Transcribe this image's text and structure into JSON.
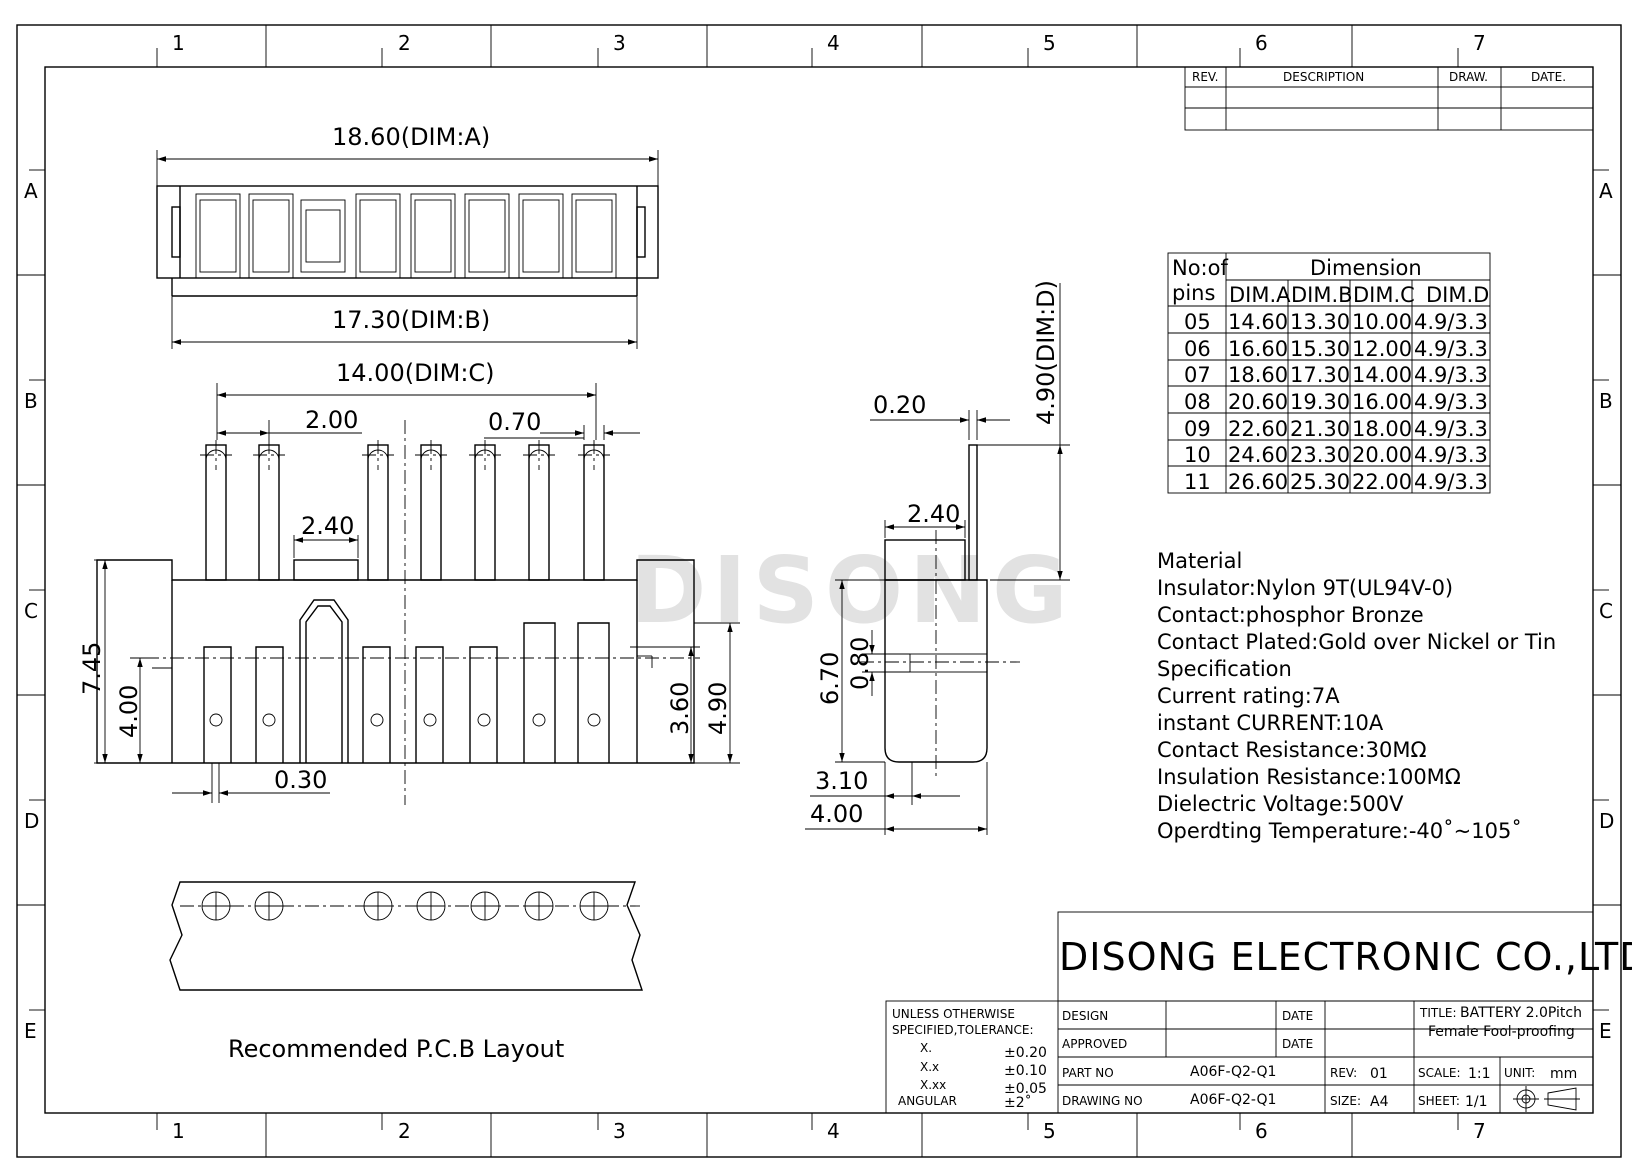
{
  "watermark": "DISONG",
  "zones": {
    "columns": [
      "1",
      "2",
      "3",
      "4",
      "5",
      "6",
      "7"
    ],
    "rows": [
      "A",
      "B",
      "C",
      "D",
      "E"
    ]
  },
  "revision_table": {
    "headers": [
      "REV.",
      "DESCRIPTION",
      "DRAW.",
      "DATE."
    ]
  },
  "dimension_table": {
    "pins_header_line1": "No:of",
    "pins_header_line2": "pins",
    "group_header": "Dimension",
    "columns": [
      "DIM.A",
      "DIM.B",
      "DIM.C",
      "DIM.D"
    ],
    "rows": [
      [
        "05",
        "14.60",
        "13.30",
        "10.00",
        "4.9/3.3"
      ],
      [
        "06",
        "16.60",
        "15.30",
        "12.00",
        "4.9/3.3"
      ],
      [
        "07",
        "18.60",
        "17.30",
        "14.00",
        "4.9/3.3"
      ],
      [
        "08",
        "20.60",
        "19.30",
        "16.00",
        "4.9/3.3"
      ],
      [
        "09",
        "22.60",
        "21.30",
        "18.00",
        "4.9/3.3"
      ],
      [
        "10",
        "24.60",
        "23.30",
        "20.00",
        "4.9/3.3"
      ],
      [
        "11",
        "26.60",
        "25.30",
        "22.00",
        "4.9/3.3"
      ]
    ]
  },
  "dimensions": {
    "dim_a": "18.60(DIM:A)",
    "dim_b": "17.30(DIM:B)",
    "dim_c": "14.00(DIM:C)",
    "pitch": "2.00",
    "pin_width": "0.70",
    "slot": "2.40",
    "height_745": "7.45",
    "height_400": "4.00",
    "height_360": "3.60",
    "height_490": "4.90",
    "gap_030": "0.30",
    "side_020": "0.20",
    "side_dim_d": "4.90(DIM:D)",
    "side_240": "2.40",
    "side_670": "6.70",
    "side_080": "0.80",
    "side_310": "3.10",
    "side_400": "4.00"
  },
  "material": {
    "heading": "Material",
    "lines": [
      "Insulator:Nylon 9T(UL94V-0)",
      "Contact:phosphor Bronze",
      "Contact Plated:Gold over Nickel or Tin",
      "Specification",
      "Current rating:7A",
      "instant CURRENT:10A",
      "Contact Resistance:30MΩ",
      "Insulation Resistance:100MΩ",
      "Dielectric Voltage:500V",
      "Operdting Temperature:-40˚~105˚"
    ]
  },
  "pcb_label": "Recommended P.C.B Layout",
  "title_block": {
    "company": "DISONG ELECTRONIC CO.,LTD.",
    "tolerance_line1": "UNLESS OTHERWISE",
    "tolerance_line2": "SPECIFIED,TOLERANCE:",
    "tolerances": [
      {
        "label": "X.",
        "value": "±0.20"
      },
      {
        "label": "X.x",
        "value": "±0.10"
      },
      {
        "label": "X.xx",
        "value": "±0.05"
      },
      {
        "label": "ANGULAR",
        "value": "±2˚"
      }
    ],
    "design_label": "DESIGN",
    "approved_label": "APPROVED",
    "part_no_label": "PART NO",
    "drawing_no_label": "DRAWING NO",
    "date_label": "DATE",
    "part_no": "A06F-Q2-Q1",
    "drawing_no": "A06F-Q2-Q1",
    "rev_label": "REV:",
    "rev": "01",
    "size_label": "SIZE:",
    "size": "A4",
    "title_label": "TITLE:",
    "title_line1": "BATTERY 2.0Pitch",
    "title_line2": "Female Fool-proofing",
    "scale_label": "SCALE:",
    "scale": "1:1",
    "unit_label": "UNIT:",
    "unit": "mm",
    "sheet_label": "SHEET:",
    "sheet": "1/1"
  }
}
